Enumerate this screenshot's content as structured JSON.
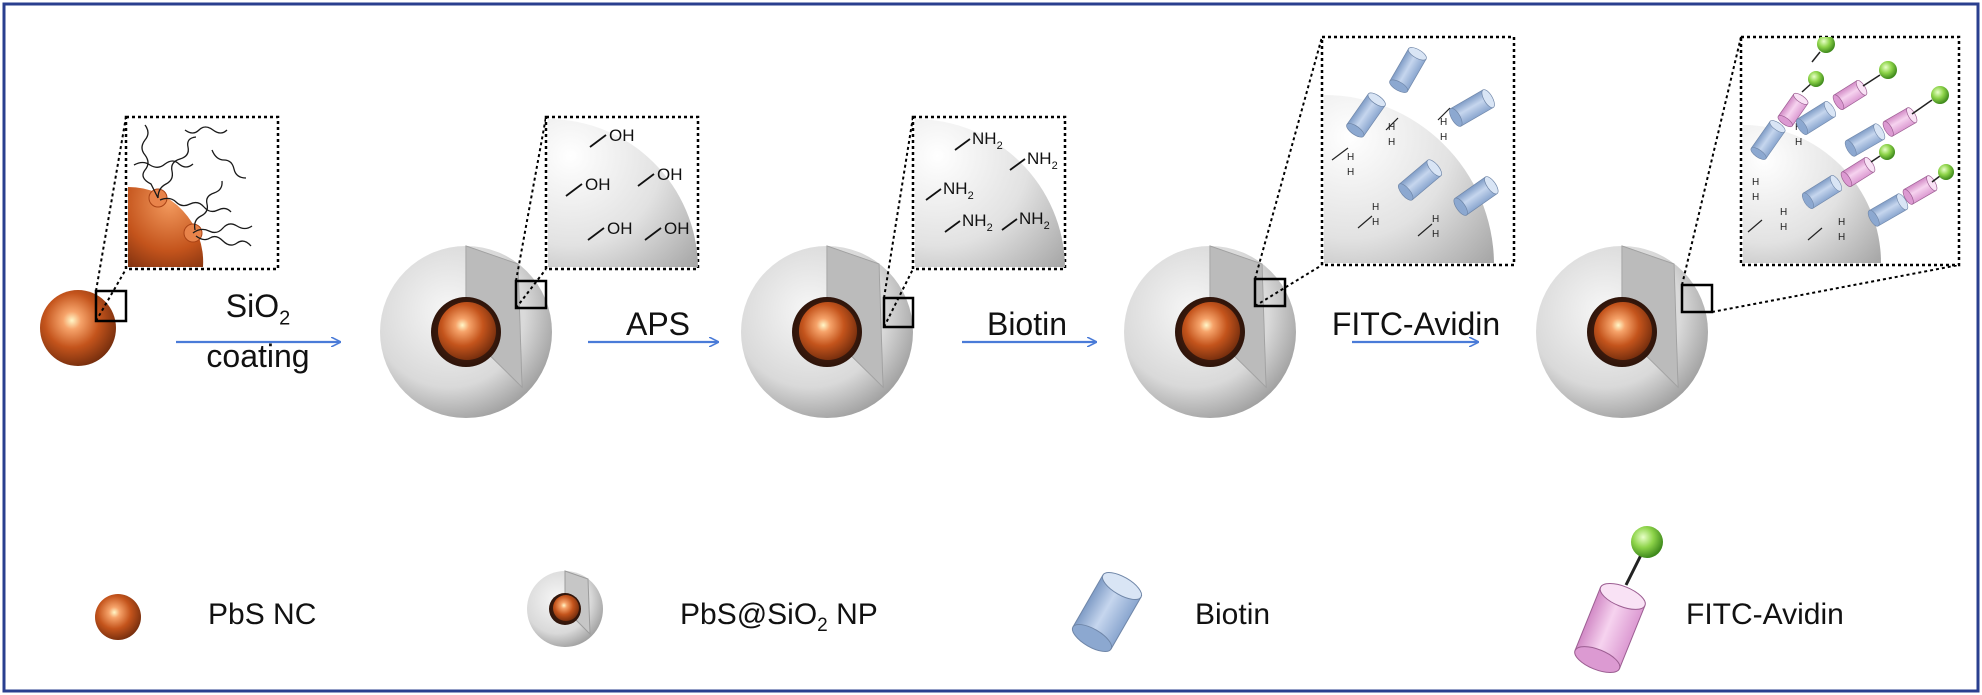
{
  "steps": {
    "step1_line1_main": "SiO",
    "step1_line1_sub": "2",
    "step1_line2": "coating",
    "step2": "APS",
    "step3": "Biotin",
    "step4": "FITC-Avidin"
  },
  "groups": {
    "hydroxyl": "OH",
    "amine_main": "NH",
    "amine_sub": "2",
    "hydrogen": "H"
  },
  "legend": {
    "pbs_nc": "PbS NC",
    "np_main": "PbS@SiO",
    "np_sub": "2",
    "np_tail": " NP",
    "biotin": "Biotin",
    "fitc_avidin": "FITC-Avidin"
  },
  "colors": {
    "frame": "#2a3f8f",
    "arrow": "#4a7bd8",
    "pbs_core": "#c4541c",
    "silica_shell": "#d8d8d8",
    "biotin": "#a9c0df",
    "avidin": "#eab2e0",
    "fitc": "#8ed44a"
  }
}
